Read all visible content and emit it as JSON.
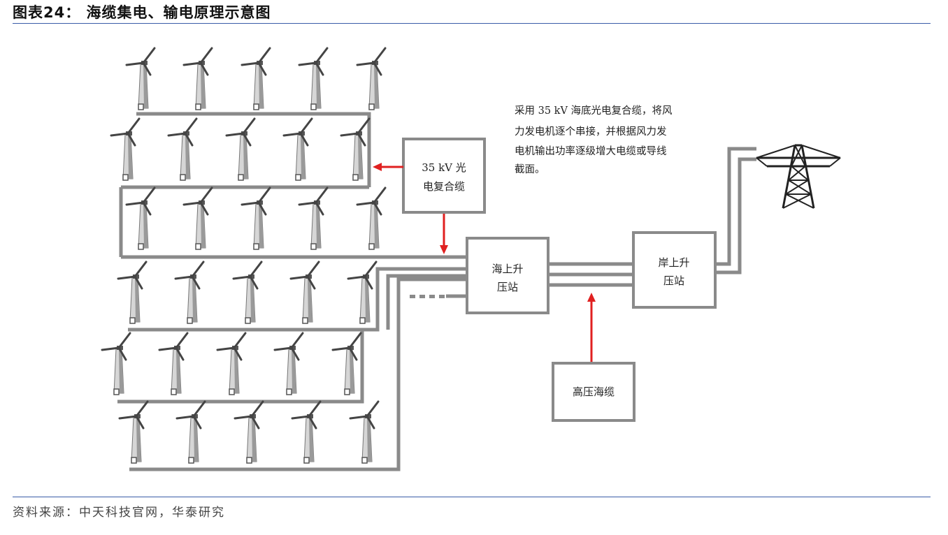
{
  "header": {
    "title": "图表24：  海缆集电、输电原理示意图"
  },
  "diagram": {
    "cable_35kv": [
      "35 kV 光",
      "电复合缆"
    ],
    "offshore_station": [
      "海上升",
      "压站"
    ],
    "onshore_station": [
      "岸上升",
      "压站"
    ],
    "hv_cable": "高压海缆",
    "description": [
      "采用 35 kV 海底光电复合缆，将风",
      "力发电机逐个串接，并根据风力发",
      "电机输出功率逐级增大电缆或导线",
      "截面。"
    ],
    "arrow_color": "#e02020",
    "line_color": "#8a8a8a",
    "icons": [
      "wind-turbine-icon",
      "transmission-tower-icon"
    ]
  },
  "footer": {
    "source": "资料来源：中天科技官网，华泰研究"
  }
}
